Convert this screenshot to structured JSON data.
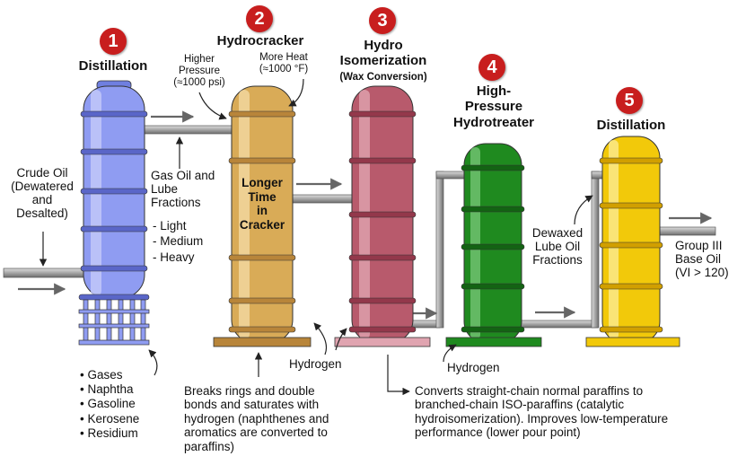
{
  "colors": {
    "tower1": "#8f9cf2",
    "tower2": "#d9ab57",
    "tower3": "#b85a6c",
    "tower4": "#1f8a1f",
    "tower5": "#f2c90a",
    "badge": "#c81e1e",
    "pipe": "#a6a6a6"
  },
  "stages": [
    {
      "num": "1",
      "title": "Distillation"
    },
    {
      "num": "2",
      "title": "Hydrocracker"
    },
    {
      "num": "3",
      "title": "Hydro\nIsomerization",
      "subtitle": "(Wax Conversion)"
    },
    {
      "num": "4",
      "title": "High-\nPressure\nHydrotreater"
    },
    {
      "num": "5",
      "title": "Distillation"
    }
  ],
  "hydrocracker": {
    "pressure": "Higher\nPressure\n(≈1000 psi)",
    "heat": "More Heat\n(≈1000 °F)",
    "tower_text": "Longer\nTime\nin\nCracker",
    "notes": "Breaks rings and double\nbonds and saturates with\nhydrogen (naphthenes and\naromatics are converted to\nparaffins)"
  },
  "feed": "Crude Oil\n(Dewatered\nand\nDesalted)",
  "gas_oil": {
    "title": "Gas Oil and\nLube\nFractions",
    "items": [
      "- Light",
      "- Medium",
      "- Heavy"
    ]
  },
  "bottoms": [
    "Gases",
    "Naphtha",
    "Gasoline",
    "Kerosene",
    "Residium"
  ],
  "hydrogen_labels": [
    "Hydrogen",
    "Hydrogen"
  ],
  "isomerization_notes": "Converts straight-chain normal paraffins to\nbranched-chain ISO-paraffins (catalytic\nhydroisomerization). Improves low-temperature\nperformance (lower pour point)",
  "dewaxed": "Dewaxed\nLube Oil\nFractions",
  "product": "Group III\nBase Oil\n(VI > 120)"
}
